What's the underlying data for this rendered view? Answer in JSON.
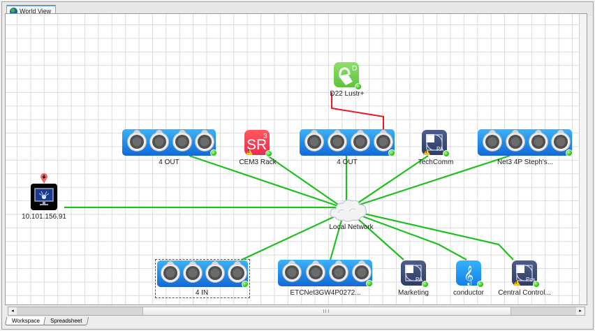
{
  "window": {
    "tab_title": "World View",
    "tab_icon": "globe-icon"
  },
  "colors": {
    "link_green": "#1fbf1f",
    "link_red": "#e8191f",
    "status_online": "#2ec51d",
    "warning": "#f5c518",
    "dmx_blue": "#1d86e8",
    "sr3_red": "#f5304a",
    "d22_green": "#6cd14a",
    "paradigm_navy": "#3a4a74",
    "conductor_blue": "#1a98f5"
  },
  "nodes": {
    "d22": {
      "label": "D22 Lustr+",
      "icon": "fixture-d22-icon",
      "status": "online",
      "warning": false
    },
    "out1": {
      "label": "4 OUT",
      "icon": "dmx-4port-icon",
      "ports": 4,
      "status": "online",
      "warning": false
    },
    "cem3": {
      "label": "CEM3 Rack",
      "icon": "sr3-rack-icon",
      "badge": "SR³",
      "status": "online",
      "warning": true
    },
    "out2": {
      "label": "4 OUT",
      "icon": "dmx-4port-icon",
      "ports": 4,
      "status": "online",
      "warning": false
    },
    "techcomm": {
      "label": "TechComm",
      "icon": "paradigm-pa-icon",
      "badge": "PA",
      "status": "online",
      "warning": true
    },
    "net3": {
      "label": "Net3 4P Steph's...",
      "icon": "dmx-4port-icon",
      "ports": 4,
      "status": "online",
      "warning": false
    },
    "computer": {
      "label": "10.101.156.91",
      "icon": "computer-monitor-icon",
      "status": "pinned",
      "warning": false
    },
    "network": {
      "label": "Local Network",
      "icon": "cloud-icon"
    },
    "in4": {
      "label": "4 IN",
      "icon": "dmx-4port-icon",
      "ports": 4,
      "status": "online",
      "warning": false,
      "selected": true
    },
    "gw": {
      "label": "ETCNet3GW4P0272...",
      "icon": "dmx-4port-icon",
      "ports": 4,
      "status": "online",
      "warning": false
    },
    "marketing": {
      "label": "Marketing",
      "icon": "paradigm-pa-icon",
      "badge": "PA",
      "status": "online",
      "warning": false
    },
    "conductor": {
      "label": "conductor",
      "icon": "treble-clef-icon",
      "status": "online",
      "warning": false
    },
    "central": {
      "label": "Central Control...",
      "icon": "paradigm-pcs-icon",
      "badge": "Pcs",
      "status": "online",
      "warning": true
    }
  },
  "links": [
    {
      "from": "d22",
      "to": "out2",
      "color": "red"
    },
    {
      "from": "computer",
      "to": "network",
      "color": "green"
    },
    {
      "from": "out1",
      "to": "network",
      "color": "green"
    },
    {
      "from": "cem3",
      "to": "network",
      "color": "green"
    },
    {
      "from": "out2",
      "to": "network",
      "color": "green"
    },
    {
      "from": "techcomm",
      "to": "network",
      "color": "green"
    },
    {
      "from": "net3",
      "to": "network",
      "color": "green"
    },
    {
      "from": "in4",
      "to": "network",
      "color": "green"
    },
    {
      "from": "gw",
      "to": "network",
      "color": "green"
    },
    {
      "from": "marketing",
      "to": "network",
      "color": "green"
    },
    {
      "from": "conductor",
      "to": "network",
      "color": "green"
    },
    {
      "from": "central",
      "to": "network",
      "color": "green"
    }
  ],
  "bottom_tabs": [
    {
      "label": "Workspace",
      "active": true
    },
    {
      "label": "Spreadsheet",
      "active": false
    }
  ],
  "scrollbar": {
    "left_arrow": "◂",
    "right_arrow": "▸"
  }
}
